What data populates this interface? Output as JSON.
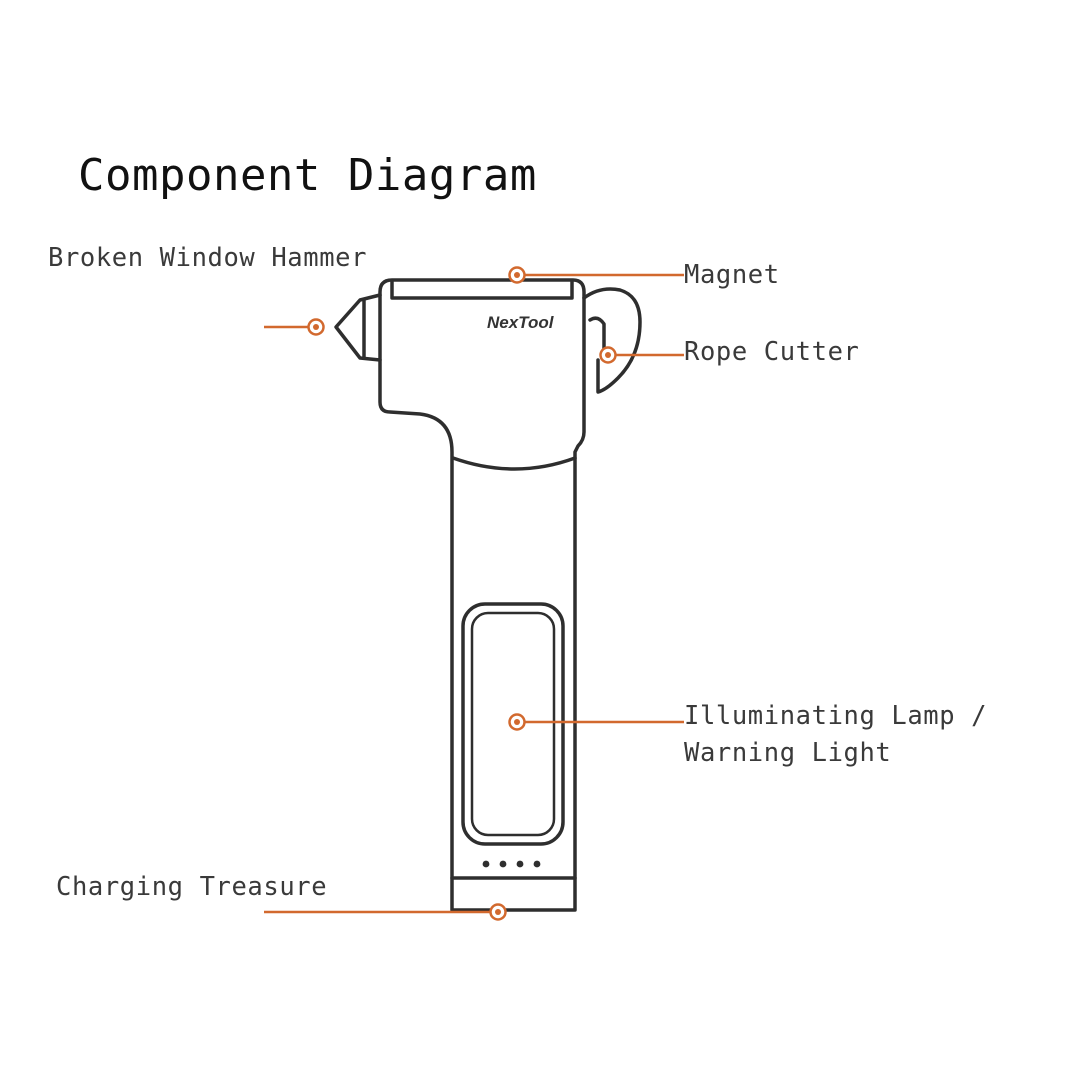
{
  "title": "Component Diagram",
  "brand_text": "NexTool",
  "labels": {
    "hammer": "Broken Window Hammer",
    "magnet": "Magnet",
    "rope_cutter": "Rope Cutter",
    "lamp": "Illuminating Lamp /\nWarning Light",
    "charging": "Charging Treasure"
  },
  "colors": {
    "accent": "#d2692e",
    "outline": "#2e2e2e",
    "text": "#3a3a3a"
  }
}
